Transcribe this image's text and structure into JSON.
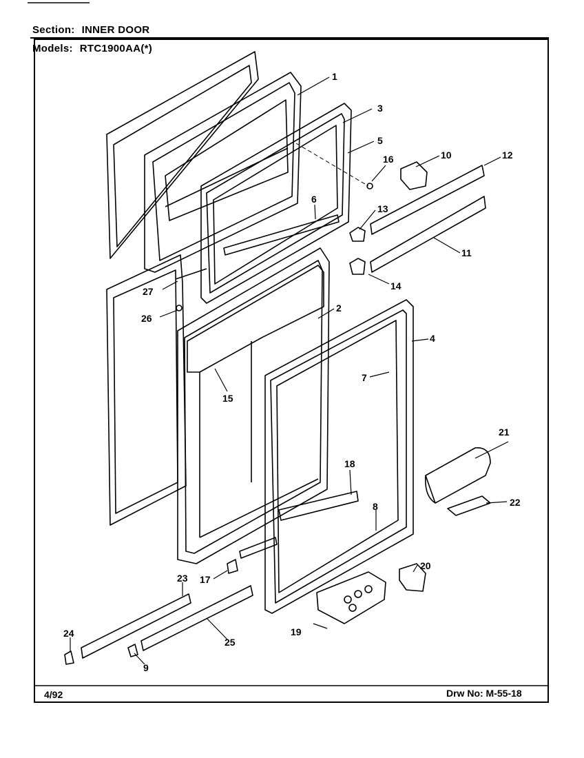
{
  "header": {
    "section_label": "Section:",
    "section_value": "INNER DOOR",
    "models_label": "Models:",
    "models_value": "RTC1900AA(*)"
  },
  "footer": {
    "date": "4/92",
    "drawing_number": "Drw No: M-55-18"
  },
  "callouts": {
    "c1": "1",
    "c2": "2",
    "c3": "3",
    "c4": "4",
    "c5": "5",
    "c6": "6",
    "c7": "7",
    "c8": "8",
    "c9": "9",
    "c10": "10",
    "c11": "11",
    "c12": "12",
    "c13": "13",
    "c14": "14",
    "c15": "15",
    "c16": "16",
    "c17": "17",
    "c18": "18",
    "c19": "19",
    "c20": "20",
    "c21": "21",
    "c22": "22",
    "c23": "23",
    "c24": "24",
    "c25": "25",
    "c26": "26",
    "c27": "27"
  }
}
